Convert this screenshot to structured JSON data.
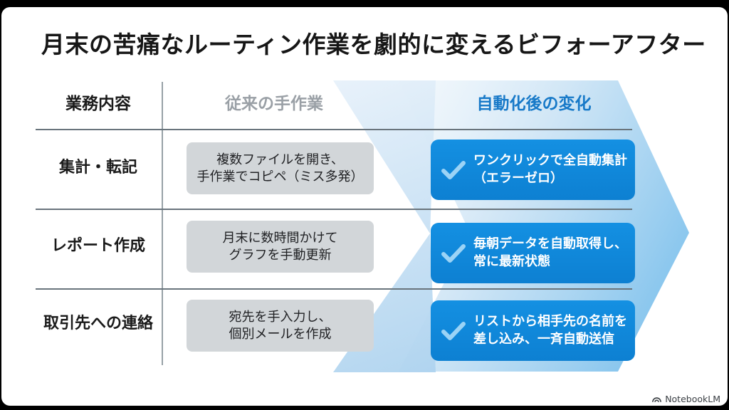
{
  "title": "月末の苦痛なルーティン作業を劇的に変えるビフォーアフター",
  "table": {
    "headers": [
      {
        "label": "業務内容"
      },
      {
        "label": "従来の手作業"
      },
      {
        "label": "自動化後の変化"
      }
    ],
    "rows": [
      {
        "task": "集計・転記",
        "before_line1": "複数ファイルを開き、",
        "before_line2": "手作業でコピペ（ミス多発）",
        "after_line1": "ワンクリックで全自動集計",
        "after_line2": "（エラーゼロ）"
      },
      {
        "task": "レポート作成",
        "before_line1": "月末に数時間かけて",
        "before_line2": "グラフを手動更新",
        "after_line1": "毎朝データを自動取得し、",
        "after_line2": "常に最新状態"
      },
      {
        "task": "取引先への連絡",
        "before_line1": "宛先を手入力し、",
        "before_line2": "個別メールを作成",
        "after_line1": "リストから相手先の名前を",
        "after_line2": "差し込み、一斉自動送信"
      }
    ]
  },
  "icons": [
    {
      "name": "checkmark-icon",
      "color": "#9bd3f6"
    },
    {
      "name": "notebooklm-logo-icon",
      "color": "#3a3f44"
    }
  ],
  "colors": {
    "accent_blue_box": "#0f86d9",
    "header_after_blue": "#1779c8",
    "header_before_gray": "#9aa0a6",
    "gray_box": "#d2d6d9",
    "arrow_light_blue": "#8cc6ec",
    "frame_black": "#000000"
  },
  "footer": {
    "brand": "NotebookLM"
  }
}
